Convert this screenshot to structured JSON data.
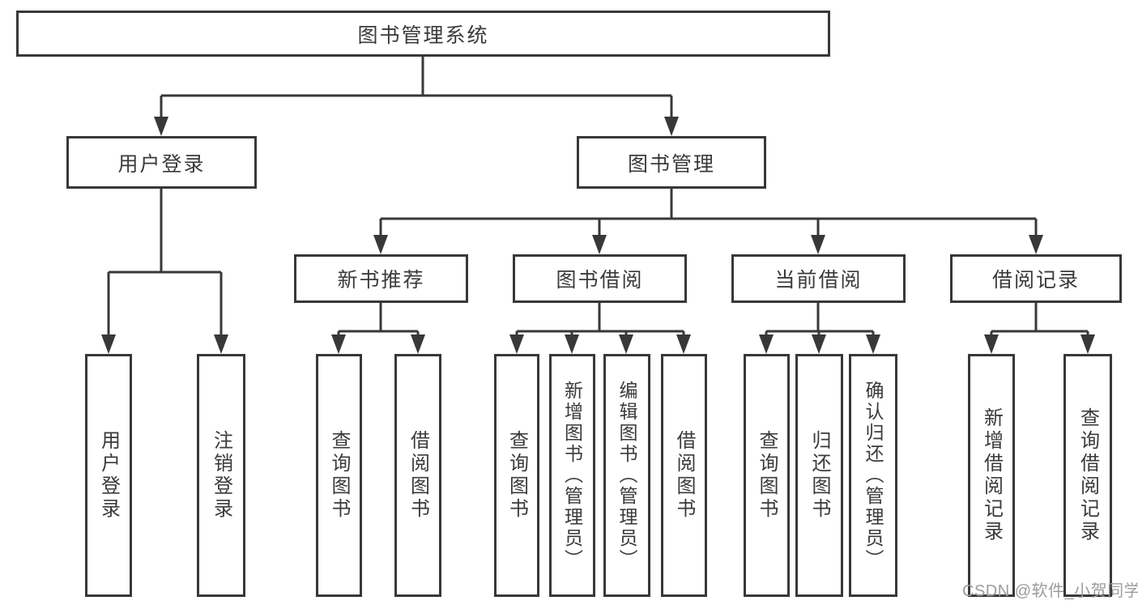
{
  "page": {
    "watermark": "CSDN @软件_小贺同学"
  },
  "diagram": {
    "type": "tree",
    "title": "图书管理系统",
    "colors": {
      "line": "#383838",
      "text": "#3a3a3a",
      "box_background": "#ffffff",
      "watermark": "#9c9c9c"
    },
    "nodes": {
      "root": {
        "label": "图书管理系统",
        "level": 1
      },
      "user_login": {
        "label": "用户登录",
        "level": 2
      },
      "book_mgmt": {
        "label": "图书管理",
        "level": 2
      },
      "new_book_rec": {
        "label": "新书推荐",
        "level": 3
      },
      "book_borrow": {
        "label": "图书借阅",
        "level": 3
      },
      "current_borrow": {
        "label": "当前借阅",
        "level": 3
      },
      "borrow_records": {
        "label": "借阅记录",
        "level": 3
      },
      "leaf_user_login": {
        "label": "用户登录",
        "level": 4
      },
      "leaf_logout": {
        "label": "注销登录",
        "level": 4
      },
      "leaf_nbr_query": {
        "label": "查询图书",
        "level": 4
      },
      "leaf_nbr_borrow": {
        "label": "借阅图书",
        "level": 4
      },
      "leaf_bb_query": {
        "label": "查询图书",
        "level": 4
      },
      "leaf_bb_add": {
        "label": "新增图书（管理员）",
        "level": 4
      },
      "leaf_bb_edit": {
        "label": "编辑图书（管理员）",
        "level": 4
      },
      "leaf_bb_borrow": {
        "label": "借阅图书",
        "level": 4
      },
      "leaf_cb_query": {
        "label": "查询图书",
        "level": 4
      },
      "leaf_cb_return": {
        "label": "归还图书",
        "level": 4
      },
      "leaf_cb_confirm": {
        "label": "确认归还（管理员）",
        "level": 4
      },
      "leaf_br_add": {
        "label": "新增借阅记录",
        "level": 4
      },
      "leaf_br_query": {
        "label": "查询借阅记录",
        "level": 4
      }
    },
    "hierarchy": {
      "图书管理系统": {
        "用户登录": [
          "用户登录",
          "注销登录"
        ],
        "图书管理": {
          "新书推荐": [
            "查询图书",
            "借阅图书"
          ],
          "图书借阅": [
            "查询图书",
            "新增图书（管理员）",
            "编辑图书（管理员）",
            "借阅图书"
          ],
          "当前借阅": [
            "查询图书",
            "归还图书",
            "确认归还（管理员）"
          ],
          "借阅记录": [
            "新增借阅记录",
            "查询借阅记录"
          ]
        }
      }
    }
  }
}
